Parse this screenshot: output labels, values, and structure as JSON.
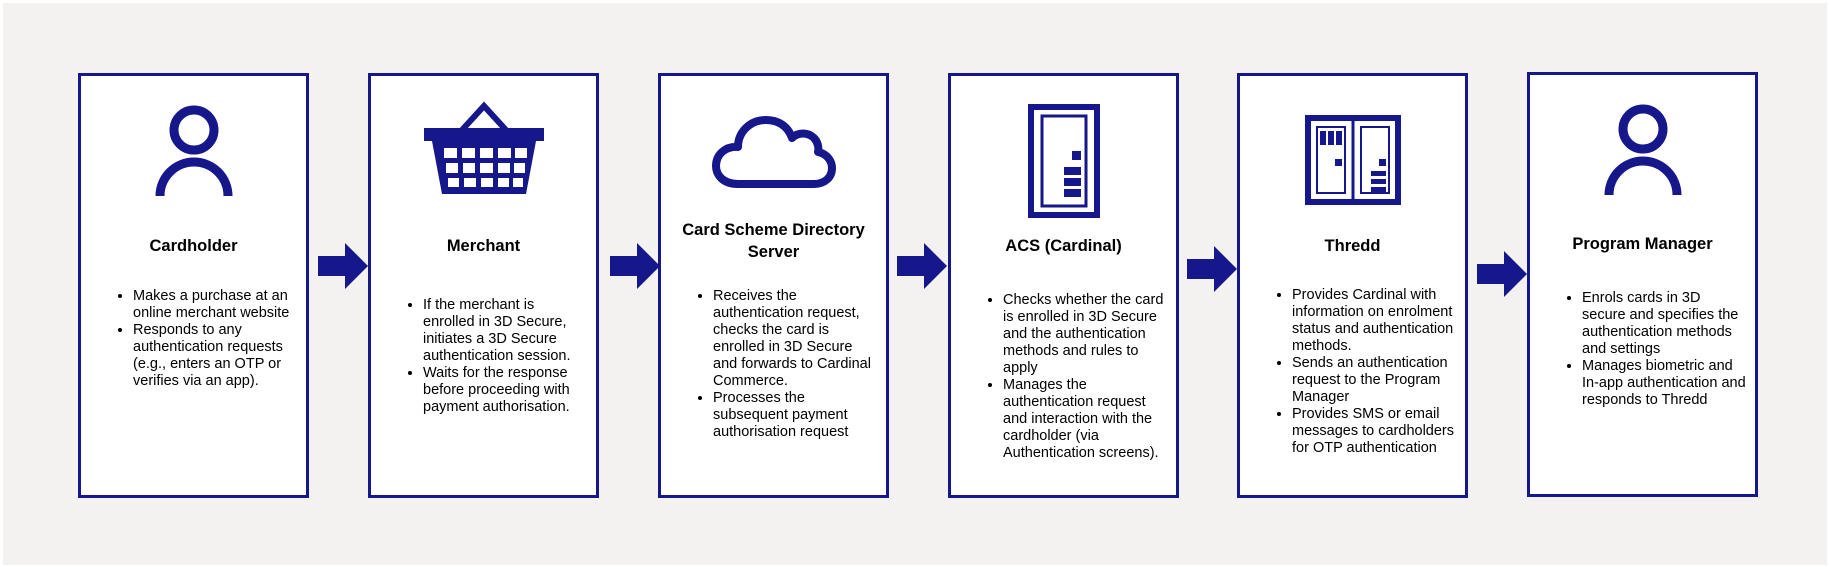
{
  "colors": {
    "accent": "#15178a",
    "background": "#f4f2f1"
  },
  "boxes": [
    {
      "title": "Cardholder",
      "icon": "person-icon",
      "bullets": [
        "Makes a purchase at an online merchant website",
        "Responds to any authentication requests (e.g., enters an OTP or verifies via an app)."
      ]
    },
    {
      "title": "Merchant",
      "icon": "shopping-basket-icon",
      "bullets": [
        "If the merchant is enrolled in 3D Secure, initiates a 3D Secure authentication session.",
        "Waits for the response before proceeding with payment authorisation."
      ]
    },
    {
      "title": "Card Scheme Directory Server",
      "icon": "cloud-icon",
      "bullets": [
        "Receives the authentication request, checks the card is enrolled in 3D Secure and forwards to Cardinal Commerce.",
        "Processes the subsequent payment authorisation request"
      ]
    },
    {
      "title": "ACS (Cardinal)",
      "icon": "server-icon",
      "bullets": [
        "Checks whether the card is enrolled in 3D Secure and the authentication methods and rules to apply",
        "Manages the authentication request and interaction with the cardholder (via Authentication screens)."
      ]
    },
    {
      "title": "Thredd",
      "icon": "server-rack-icon",
      "bullets": [
        "Provides Cardinal with information on enrolment status and authentication methods.",
        "Sends an authentication request to the Program Manager",
        "Provides SMS or email messages to cardholders for OTP authentication"
      ]
    },
    {
      "title": "Program Manager",
      "icon": "person-icon",
      "bullets": [
        "Enrols cards in 3D secure and specifies the authentication methods and settings",
        "Manages biometric and In-app authentication and responds to Thredd"
      ]
    }
  ]
}
